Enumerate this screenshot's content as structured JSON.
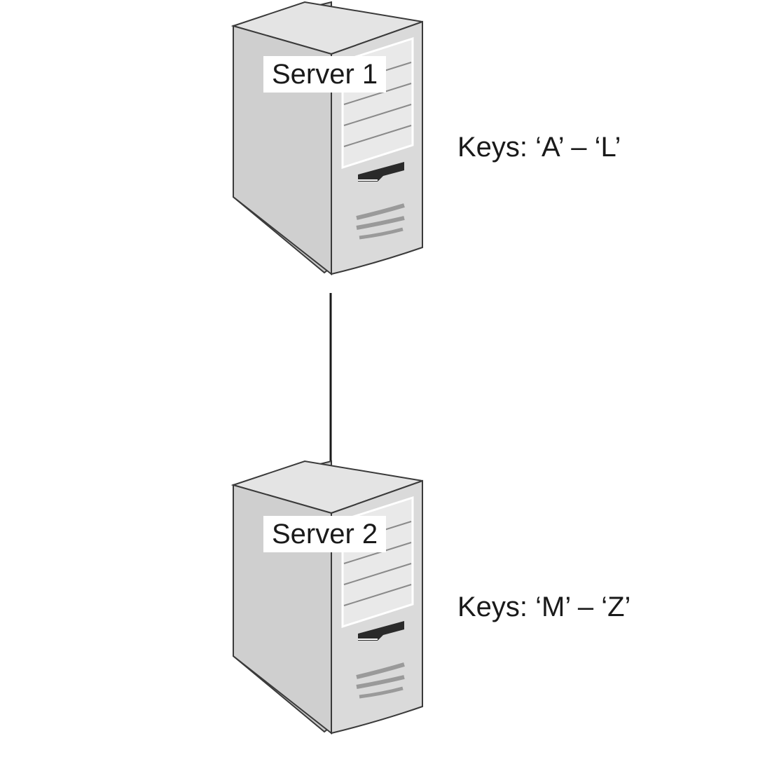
{
  "servers": [
    {
      "label": "Server 1",
      "keys": "Keys: ‘A’ – ‘L’"
    },
    {
      "label": "Server 2",
      "keys": "Keys: ‘M’ – ‘Z’"
    }
  ],
  "connection": {
    "from": "Server 1",
    "to": "Server 2"
  },
  "icons": [
    "server-tower-icon",
    "server-tower-icon"
  ],
  "colors": {
    "server_front": "#d9d9d9",
    "server_side": "#c4c4c4",
    "server_top": "#e6e6e6",
    "outline": "#3a3a3a",
    "connector": "#1a1a1a"
  }
}
